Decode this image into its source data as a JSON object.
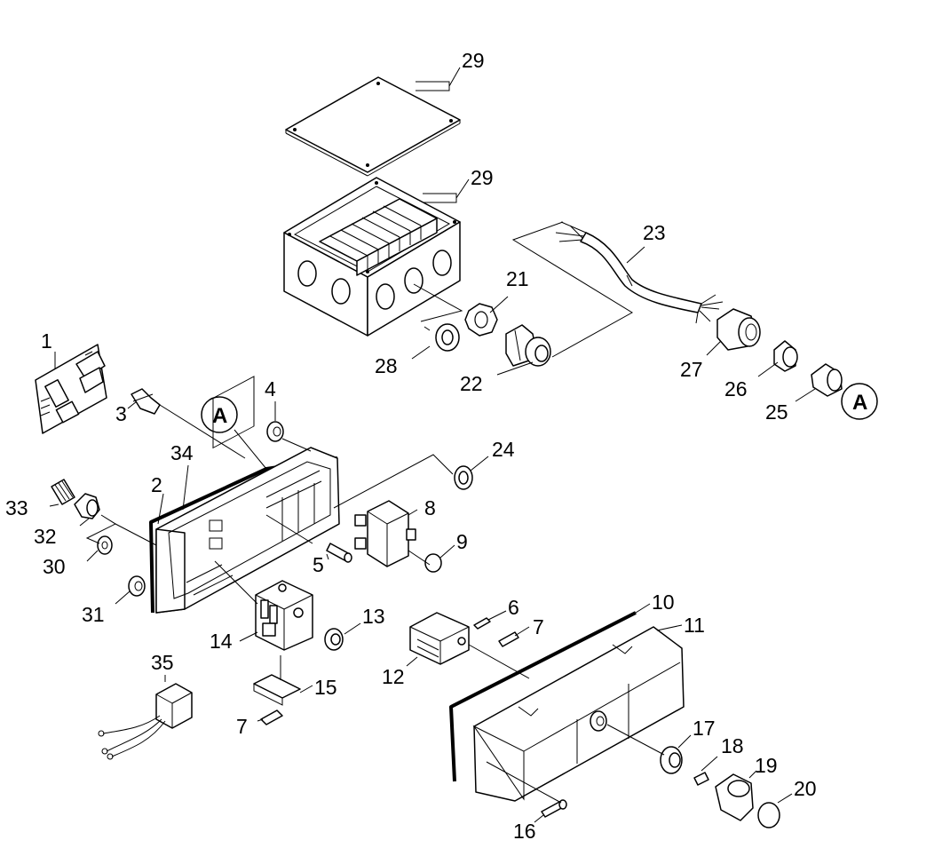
{
  "diagram": {
    "callouts": [
      {
        "id": "1",
        "text": "1"
      },
      {
        "id": "2",
        "text": "2"
      },
      {
        "id": "3",
        "text": "3"
      },
      {
        "id": "4",
        "text": "4"
      },
      {
        "id": "5",
        "text": "5"
      },
      {
        "id": "6",
        "text": "6"
      },
      {
        "id": "7a",
        "text": "7"
      },
      {
        "id": "7b",
        "text": "7"
      },
      {
        "id": "8",
        "text": "8"
      },
      {
        "id": "9",
        "text": "9"
      },
      {
        "id": "10",
        "text": "10"
      },
      {
        "id": "11",
        "text": "11"
      },
      {
        "id": "12",
        "text": "12"
      },
      {
        "id": "13",
        "text": "13"
      },
      {
        "id": "14",
        "text": "14"
      },
      {
        "id": "15",
        "text": "15"
      },
      {
        "id": "16",
        "text": "16"
      },
      {
        "id": "17",
        "text": "17"
      },
      {
        "id": "18",
        "text": "18"
      },
      {
        "id": "19",
        "text": "19"
      },
      {
        "id": "20",
        "text": "20"
      },
      {
        "id": "21",
        "text": "21"
      },
      {
        "id": "22",
        "text": "22"
      },
      {
        "id": "23",
        "text": "23"
      },
      {
        "id": "24",
        "text": "24"
      },
      {
        "id": "25",
        "text": "25"
      },
      {
        "id": "26",
        "text": "26"
      },
      {
        "id": "27",
        "text": "27"
      },
      {
        "id": "28",
        "text": "28"
      },
      {
        "id": "29a",
        "text": "29"
      },
      {
        "id": "29b",
        "text": "29"
      },
      {
        "id": "30",
        "text": "30"
      },
      {
        "id": "31",
        "text": "31"
      },
      {
        "id": "32",
        "text": "32"
      },
      {
        "id": "33",
        "text": "33"
      },
      {
        "id": "34",
        "text": "34"
      },
      {
        "id": "35",
        "text": "35"
      }
    ],
    "references": [
      {
        "id": "ref-a-left",
        "text": "A"
      },
      {
        "id": "ref-a-right",
        "text": "A"
      }
    ]
  }
}
